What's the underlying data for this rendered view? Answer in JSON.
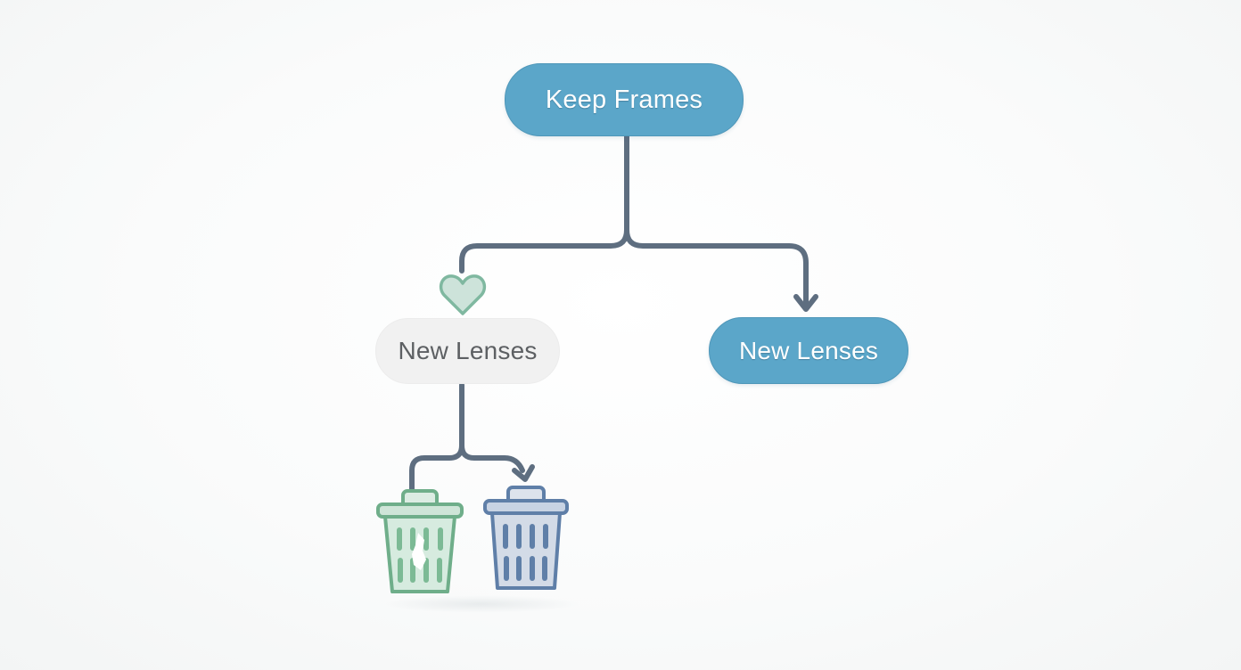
{
  "diagram": {
    "nodes": [
      {
        "id": "keep-frames",
        "label": "Keep Frames",
        "style": "primary"
      },
      {
        "id": "new-lenses-left",
        "label": "New Lenses",
        "style": "muted"
      },
      {
        "id": "new-lenses-right",
        "label": "New Lenses",
        "style": "primary"
      }
    ],
    "icons": [
      {
        "id": "heart",
        "name": "heart-icon",
        "color": "#7fb8a0"
      },
      {
        "id": "bin-green",
        "name": "trash-bin-green-icon",
        "color": "#6fae8a"
      },
      {
        "id": "bin-blue",
        "name": "trash-bin-blue-icon",
        "color": "#5f7fa8"
      }
    ],
    "edges": [
      {
        "from": "keep-frames",
        "to": "heart",
        "arrow": false
      },
      {
        "from": "keep-frames",
        "to": "new-lenses-right",
        "arrow": true
      },
      {
        "from": "new-lenses-left",
        "to": "bin-green",
        "arrow": false
      },
      {
        "from": "new-lenses-left",
        "to": "bin-blue",
        "arrow": true
      }
    ],
    "colors": {
      "primary_node": "#5ba6c9",
      "muted_node": "#f1f1f1",
      "connector": "#5e6e80",
      "background": "#f8f9f9"
    }
  }
}
